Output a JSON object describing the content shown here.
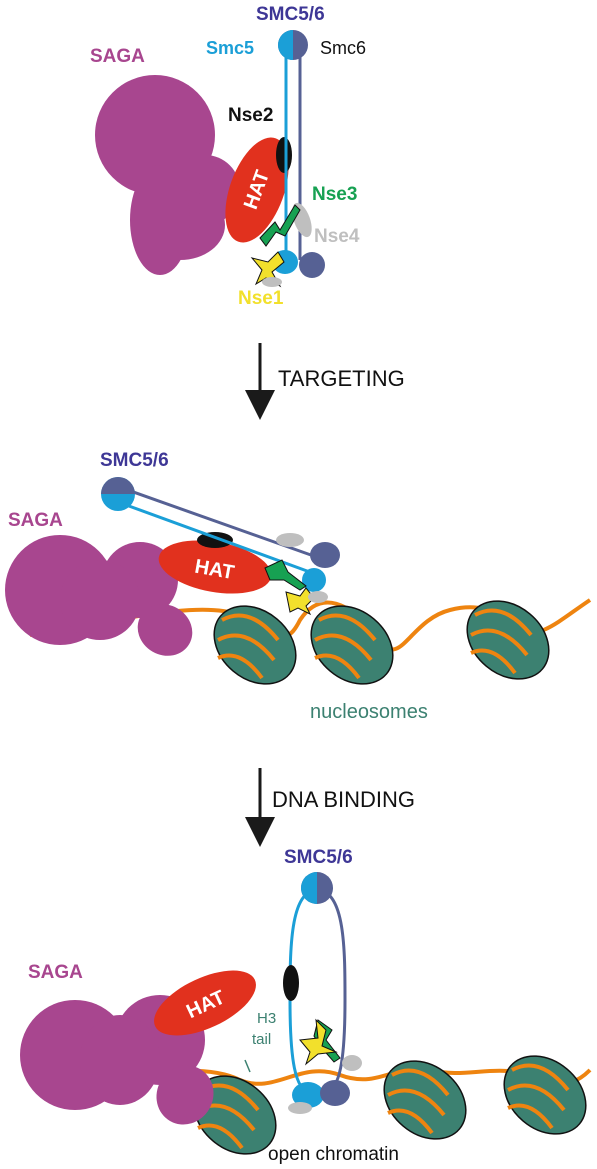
{
  "colors": {
    "saga": "#A8468F",
    "smc_label": "#3E3796",
    "smc5": "#1B9FD7",
    "smc6": "#566194",
    "hat": "#E1311E",
    "nse3": "#17A152",
    "nse4": "#BFBFBF",
    "nse1": "#F2E02C",
    "nucleosome": "#3C8171",
    "dna": "#EE8410",
    "arrow": "#1a1a1a"
  },
  "panel1": {
    "smc56": "SMC5/6",
    "smc5": "Smc5",
    "smc6": "Smc6",
    "saga": "SAGA",
    "nse2": "Nse2",
    "hat": "HAT",
    "nse3": "Nse3",
    "nse4": "Nse4",
    "nse1": "Nse1"
  },
  "step1": {
    "label": "TARGETING"
  },
  "panel2": {
    "smc56": "SMC5/6",
    "saga": "SAGA",
    "hat": "HAT",
    "nucleosomes": "nucleosomes"
  },
  "step2": {
    "label": "DNA BINDING"
  },
  "panel3": {
    "smc56": "SMC5/6",
    "saga": "SAGA",
    "hat": "HAT",
    "h3": "H3",
    "tail": "tail",
    "open_chromatin": "open chromatin"
  }
}
